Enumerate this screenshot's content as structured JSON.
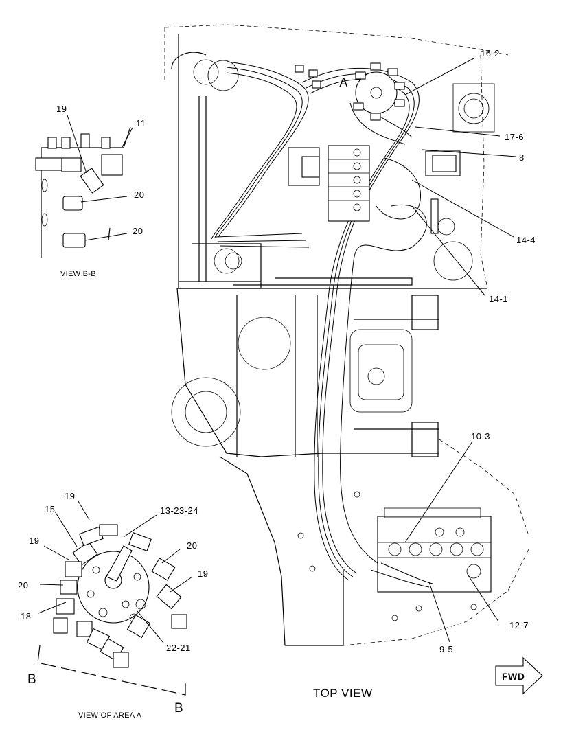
{
  "views": {
    "top_view_title": "TOP VIEW",
    "view_b_title": "VIEW B-B",
    "view_area_a_title": "VIEW OF AREA A",
    "section_mark": "B",
    "area_mark": "A",
    "fwd_label": "FWD"
  },
  "callouts": {
    "c16_2": "16-2",
    "c17_6": "17-6",
    "c8": "8",
    "c14_4": "14-4",
    "c14_1": "14-1",
    "c10_3": "10-3",
    "c12_7": "12-7",
    "c9_5": "9-5",
    "b19": "19",
    "b11": "11",
    "b20a": "20",
    "b20b": "20",
    "a19a": "19",
    "a15": "15",
    "a13_23_24": "13-23-24",
    "a19b": "19",
    "a20a": "20",
    "a19c": "19",
    "a20b": "20",
    "a18": "18",
    "a22_21": "22-21"
  }
}
